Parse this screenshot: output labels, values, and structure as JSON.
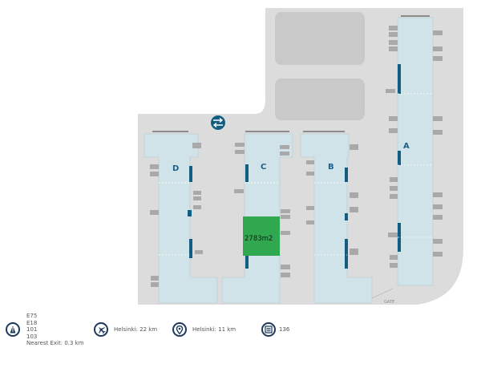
{
  "map": {
    "buildings": [
      {
        "id": "A",
        "label": "A"
      },
      {
        "id": "B",
        "label": "B"
      },
      {
        "id": "C",
        "label": "C"
      },
      {
        "id": "D",
        "label": "D"
      }
    ],
    "highlighted_unit": {
      "building": "C",
      "area_label": "2783m2",
      "color": "#2fa84f"
    },
    "gate_label": "GATE",
    "traffic_icon": "two-way-traffic-icon",
    "colors": {
      "site": "#dcdcdc",
      "parking": "#c9c9c9",
      "building": "#cfe3e8",
      "dock_bar": "#125e82",
      "label": "#1e5f8a",
      "icon_ring": "#1d3a5c"
    }
  },
  "legend": {
    "roads": {
      "icon": "highway-icon",
      "lines": [
        "E75",
        "E18",
        "101",
        "103"
      ],
      "nearest_exit": "Nearest Exit: 0.3 km"
    },
    "airport": {
      "icon": "airplane-icon",
      "text": "Helsinki:  22 km"
    },
    "city": {
      "icon": "location-pin-icon",
      "text": "Helsinki: 11 km"
    },
    "units": {
      "icon": "building-list-icon",
      "text": "136"
    }
  }
}
